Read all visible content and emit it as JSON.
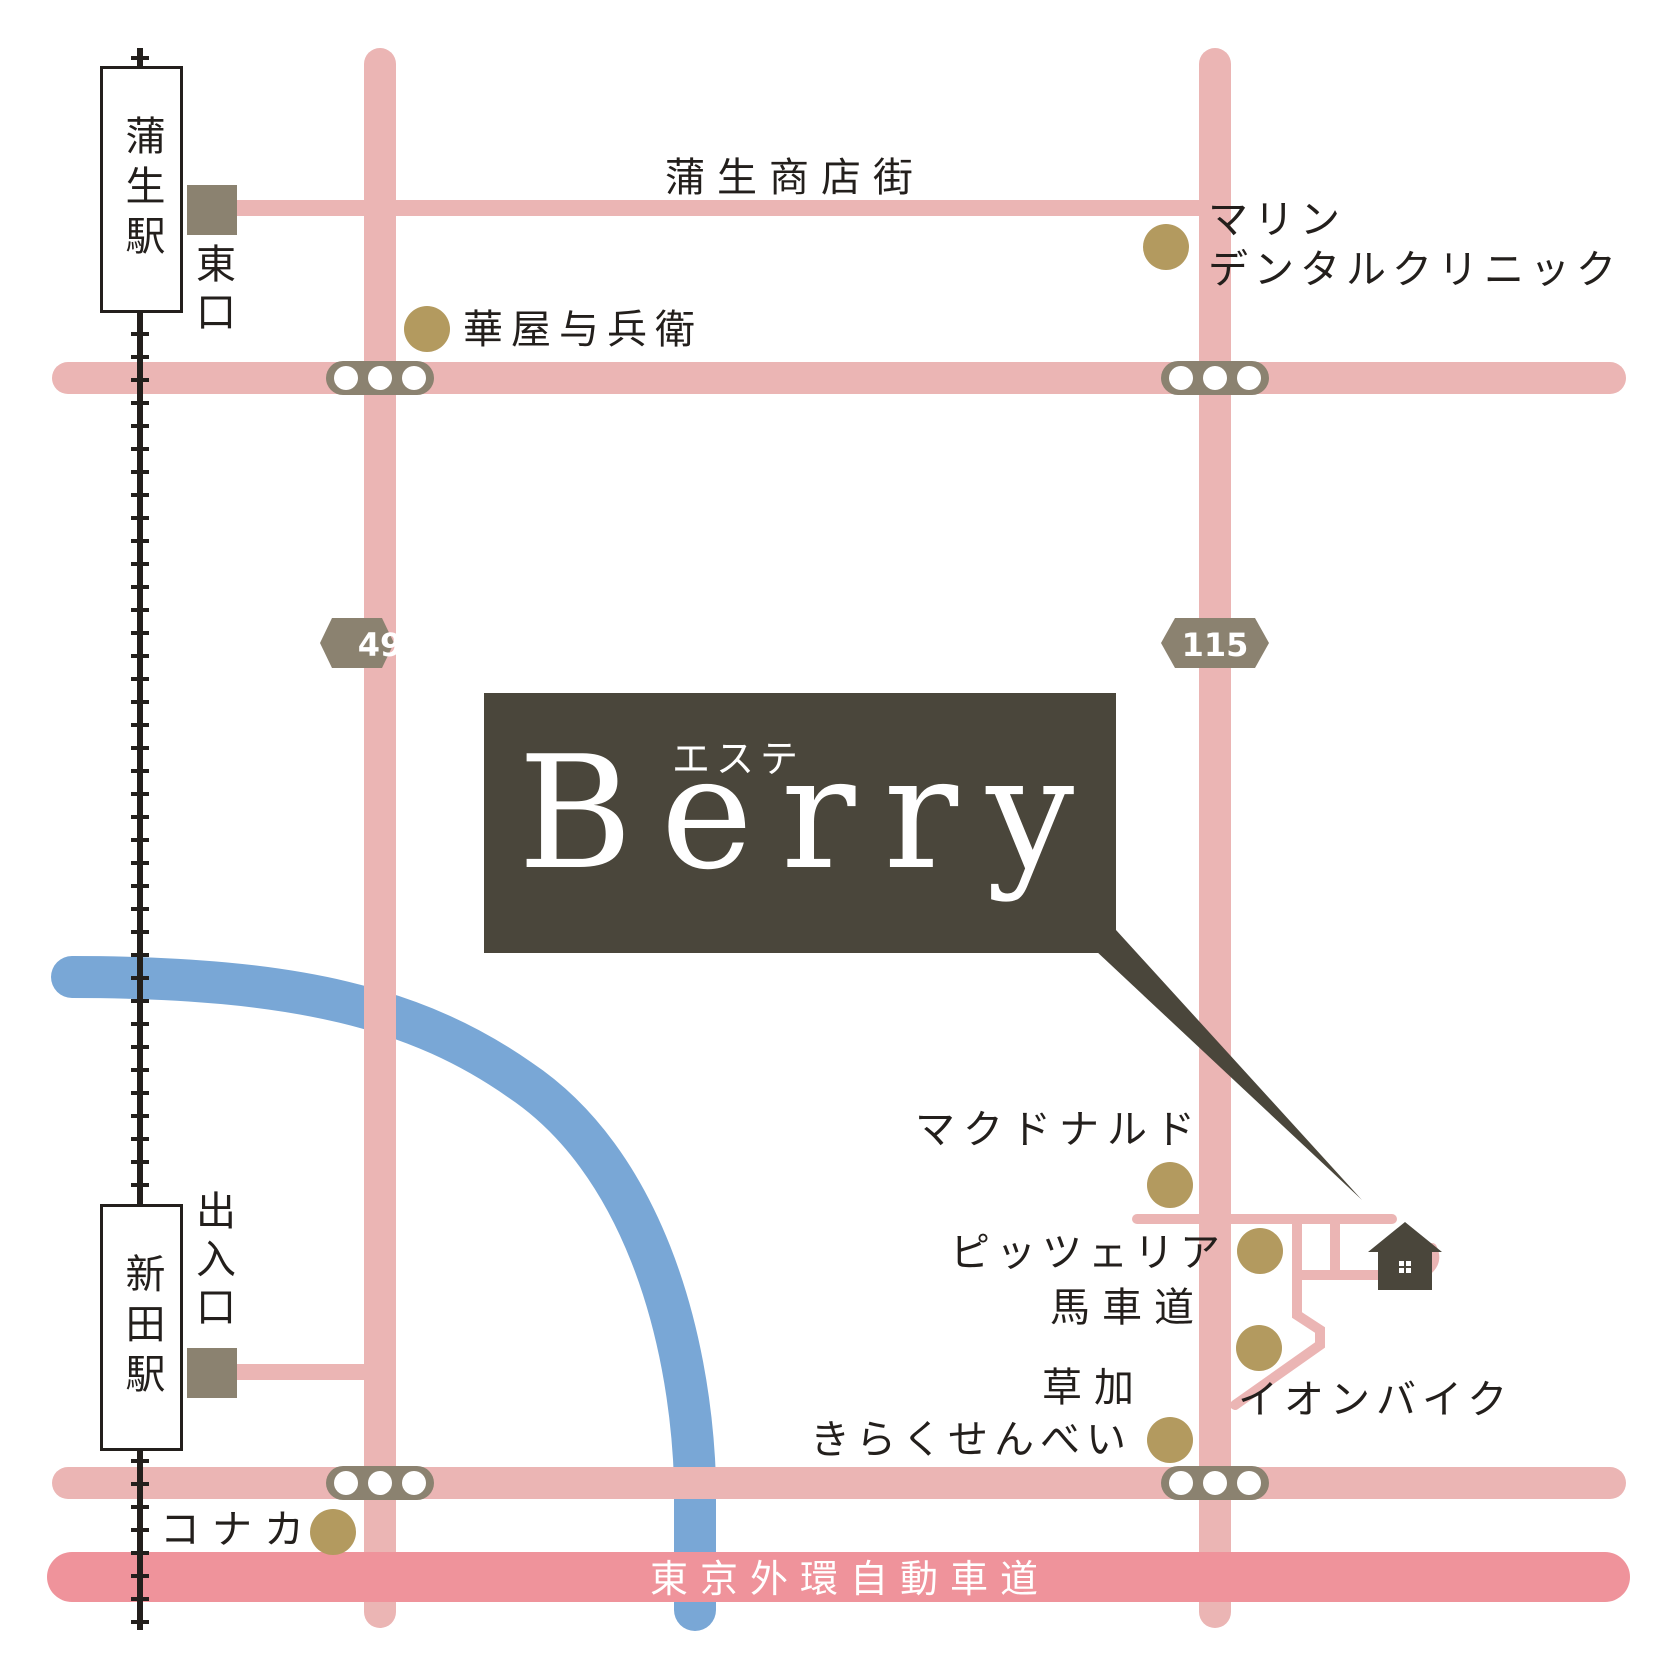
{
  "colors": {
    "road": "#ebb5b4",
    "highway": "#ef939b",
    "river": "#79a7d6",
    "signal": "#8b8270",
    "poi": "#b39a5f",
    "brand_bg": "#4a463b",
    "text": "#231f1c"
  },
  "stations": {
    "gamo": "蒲生駅",
    "shinden": "新田駅"
  },
  "exits": {
    "gamo_east": "東口",
    "shinden_gate": "出入口"
  },
  "streets": {
    "shopping_street": "蒲生商店街",
    "expressway": "東京外環自動車道"
  },
  "route_numbers": {
    "left": "49",
    "right": "115"
  },
  "pois": {
    "marine_line1": "マリン",
    "marine_line2": "デンタルクリニック",
    "hanaya": "華屋与兵衛",
    "mcdonalds": "マクドナルド",
    "pizzeria_line1": "ピッツェリア",
    "pizzeria_line2": "馬車道",
    "kiraku_line1": "草加",
    "kiraku_line2": "きらくせんべい",
    "aeon": "イオンバイク",
    "konaka": "コナカ"
  },
  "brand": {
    "name": "Berry",
    "sub": "エステ"
  },
  "icons": {
    "home": "house-icon",
    "signal": "traffic-signal-icon",
    "poi": "poi-dot-icon",
    "route": "route-hexagon-icon"
  }
}
